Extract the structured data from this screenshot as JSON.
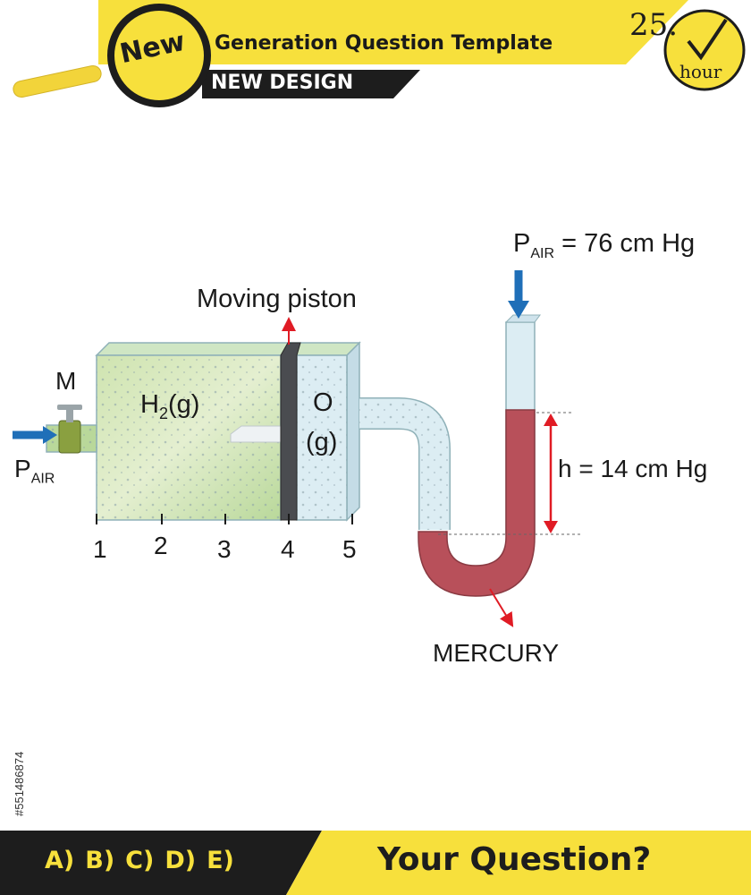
{
  "header": {
    "badge": "New",
    "title": "Generation Question Template",
    "subtitle": "NEW DESIGN",
    "time_value": "25.",
    "time_unit": "hour"
  },
  "diagram": {
    "moving_piston_label": "Moving piston",
    "valve_label": "M",
    "p_air_left": {
      "main": "P",
      "sub": "AIR"
    },
    "h2": {
      "main": "H",
      "sub": "2",
      "suffix": "(g)"
    },
    "o_gas": {
      "line1": "O",
      "line2": "(g)"
    },
    "scale_marks": [
      "1",
      "2",
      "3",
      "4",
      "5"
    ],
    "p_air_right": {
      "main": "P",
      "sub": "AIR",
      "value": "= 76 cm Hg"
    },
    "height_label": "h = 14 cm Hg",
    "mercury_label": "MERCURY"
  },
  "footer": {
    "options": [
      "A)",
      "B)",
      "C)",
      "D)",
      "E)"
    ],
    "question": "Your Question?"
  },
  "watermark_id": "#551486874",
  "colors": {
    "yellow": "#f7e03c",
    "dark": "#1d1d1d",
    "mercury": "#b8505a",
    "glass_blue": "#d8ecf4",
    "green_gas": "#c8e0a8",
    "arrow_red": "#e01b24",
    "arrow_blue": "#1f6fb8"
  }
}
